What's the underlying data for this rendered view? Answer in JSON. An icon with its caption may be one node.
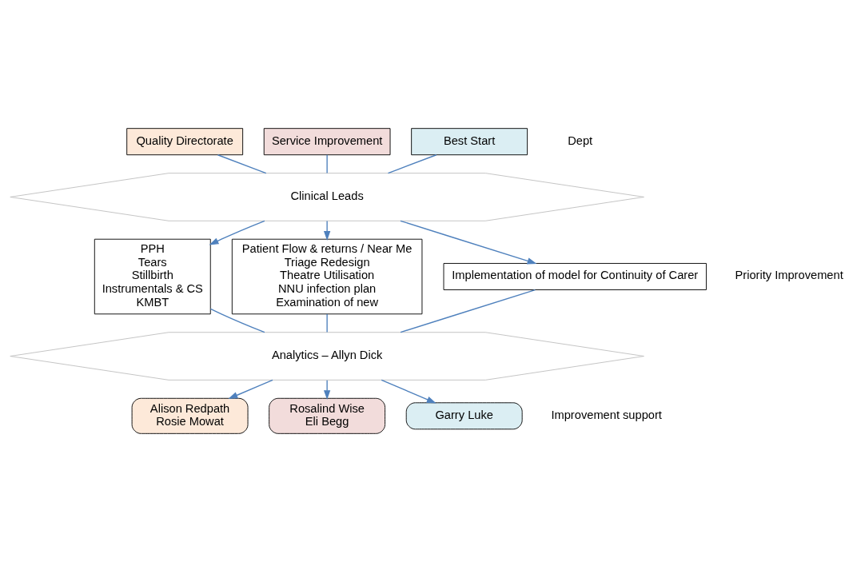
{
  "diagram": {
    "nodes": [
      {
        "text": [
          "Quality Directorate"
        ]
      },
      {
        "text": [
          "Service Improvement"
        ]
      },
      {
        "text": [
          "Best Start"
        ]
      },
      {
        "text": [
          "Clinical Leads"
        ]
      },
      {
        "text": [
          "PPH",
          "Tears",
          "Stillbirth",
          "Instrumentals & CS",
          "KMBT"
        ]
      },
      {
        "text": [
          "Patient Flow & returns / Near Me",
          "Triage Redesign",
          "Theatre Utilisation",
          "NNU infection plan",
          "Examination of new"
        ]
      },
      {
        "text": [
          "Implementation of model for Continuity of Carer"
        ]
      },
      {
        "text": [
          "Analytics – Allyn Dick"
        ]
      },
      {
        "text": [
          "Alison Redpath",
          "Rosie Mowat"
        ]
      },
      {
        "text": [
          "Rosalind Wise",
          "Eli Begg"
        ]
      },
      {
        "text": [
          "Garry Luke"
        ]
      }
    ],
    "edges": [
      {
        "from": 0,
        "to": 3,
        "arrow": "none"
      },
      {
        "from": 1,
        "to": 3,
        "arrow": "none"
      },
      {
        "from": 2,
        "to": 3,
        "arrow": "none"
      },
      {
        "from": 3,
        "to": 4,
        "arrow": "to"
      },
      {
        "from": 3,
        "to": 5,
        "arrow": "to"
      },
      {
        "from": 3,
        "to": 6,
        "arrow": "to"
      },
      {
        "from": 4,
        "to": 7,
        "arrow": "none"
      },
      {
        "from": 5,
        "to": 7,
        "arrow": "none"
      },
      {
        "from": 6,
        "to": 7,
        "arrow": "none"
      },
      {
        "from": 7,
        "to": 8,
        "arrow": "to"
      },
      {
        "from": 7,
        "to": 9,
        "arrow": "to"
      },
      {
        "from": 7,
        "to": 10,
        "arrow": "to"
      }
    ],
    "labels": [
      "Dept",
      "Priority Improvement",
      "Improvement support"
    ]
  }
}
